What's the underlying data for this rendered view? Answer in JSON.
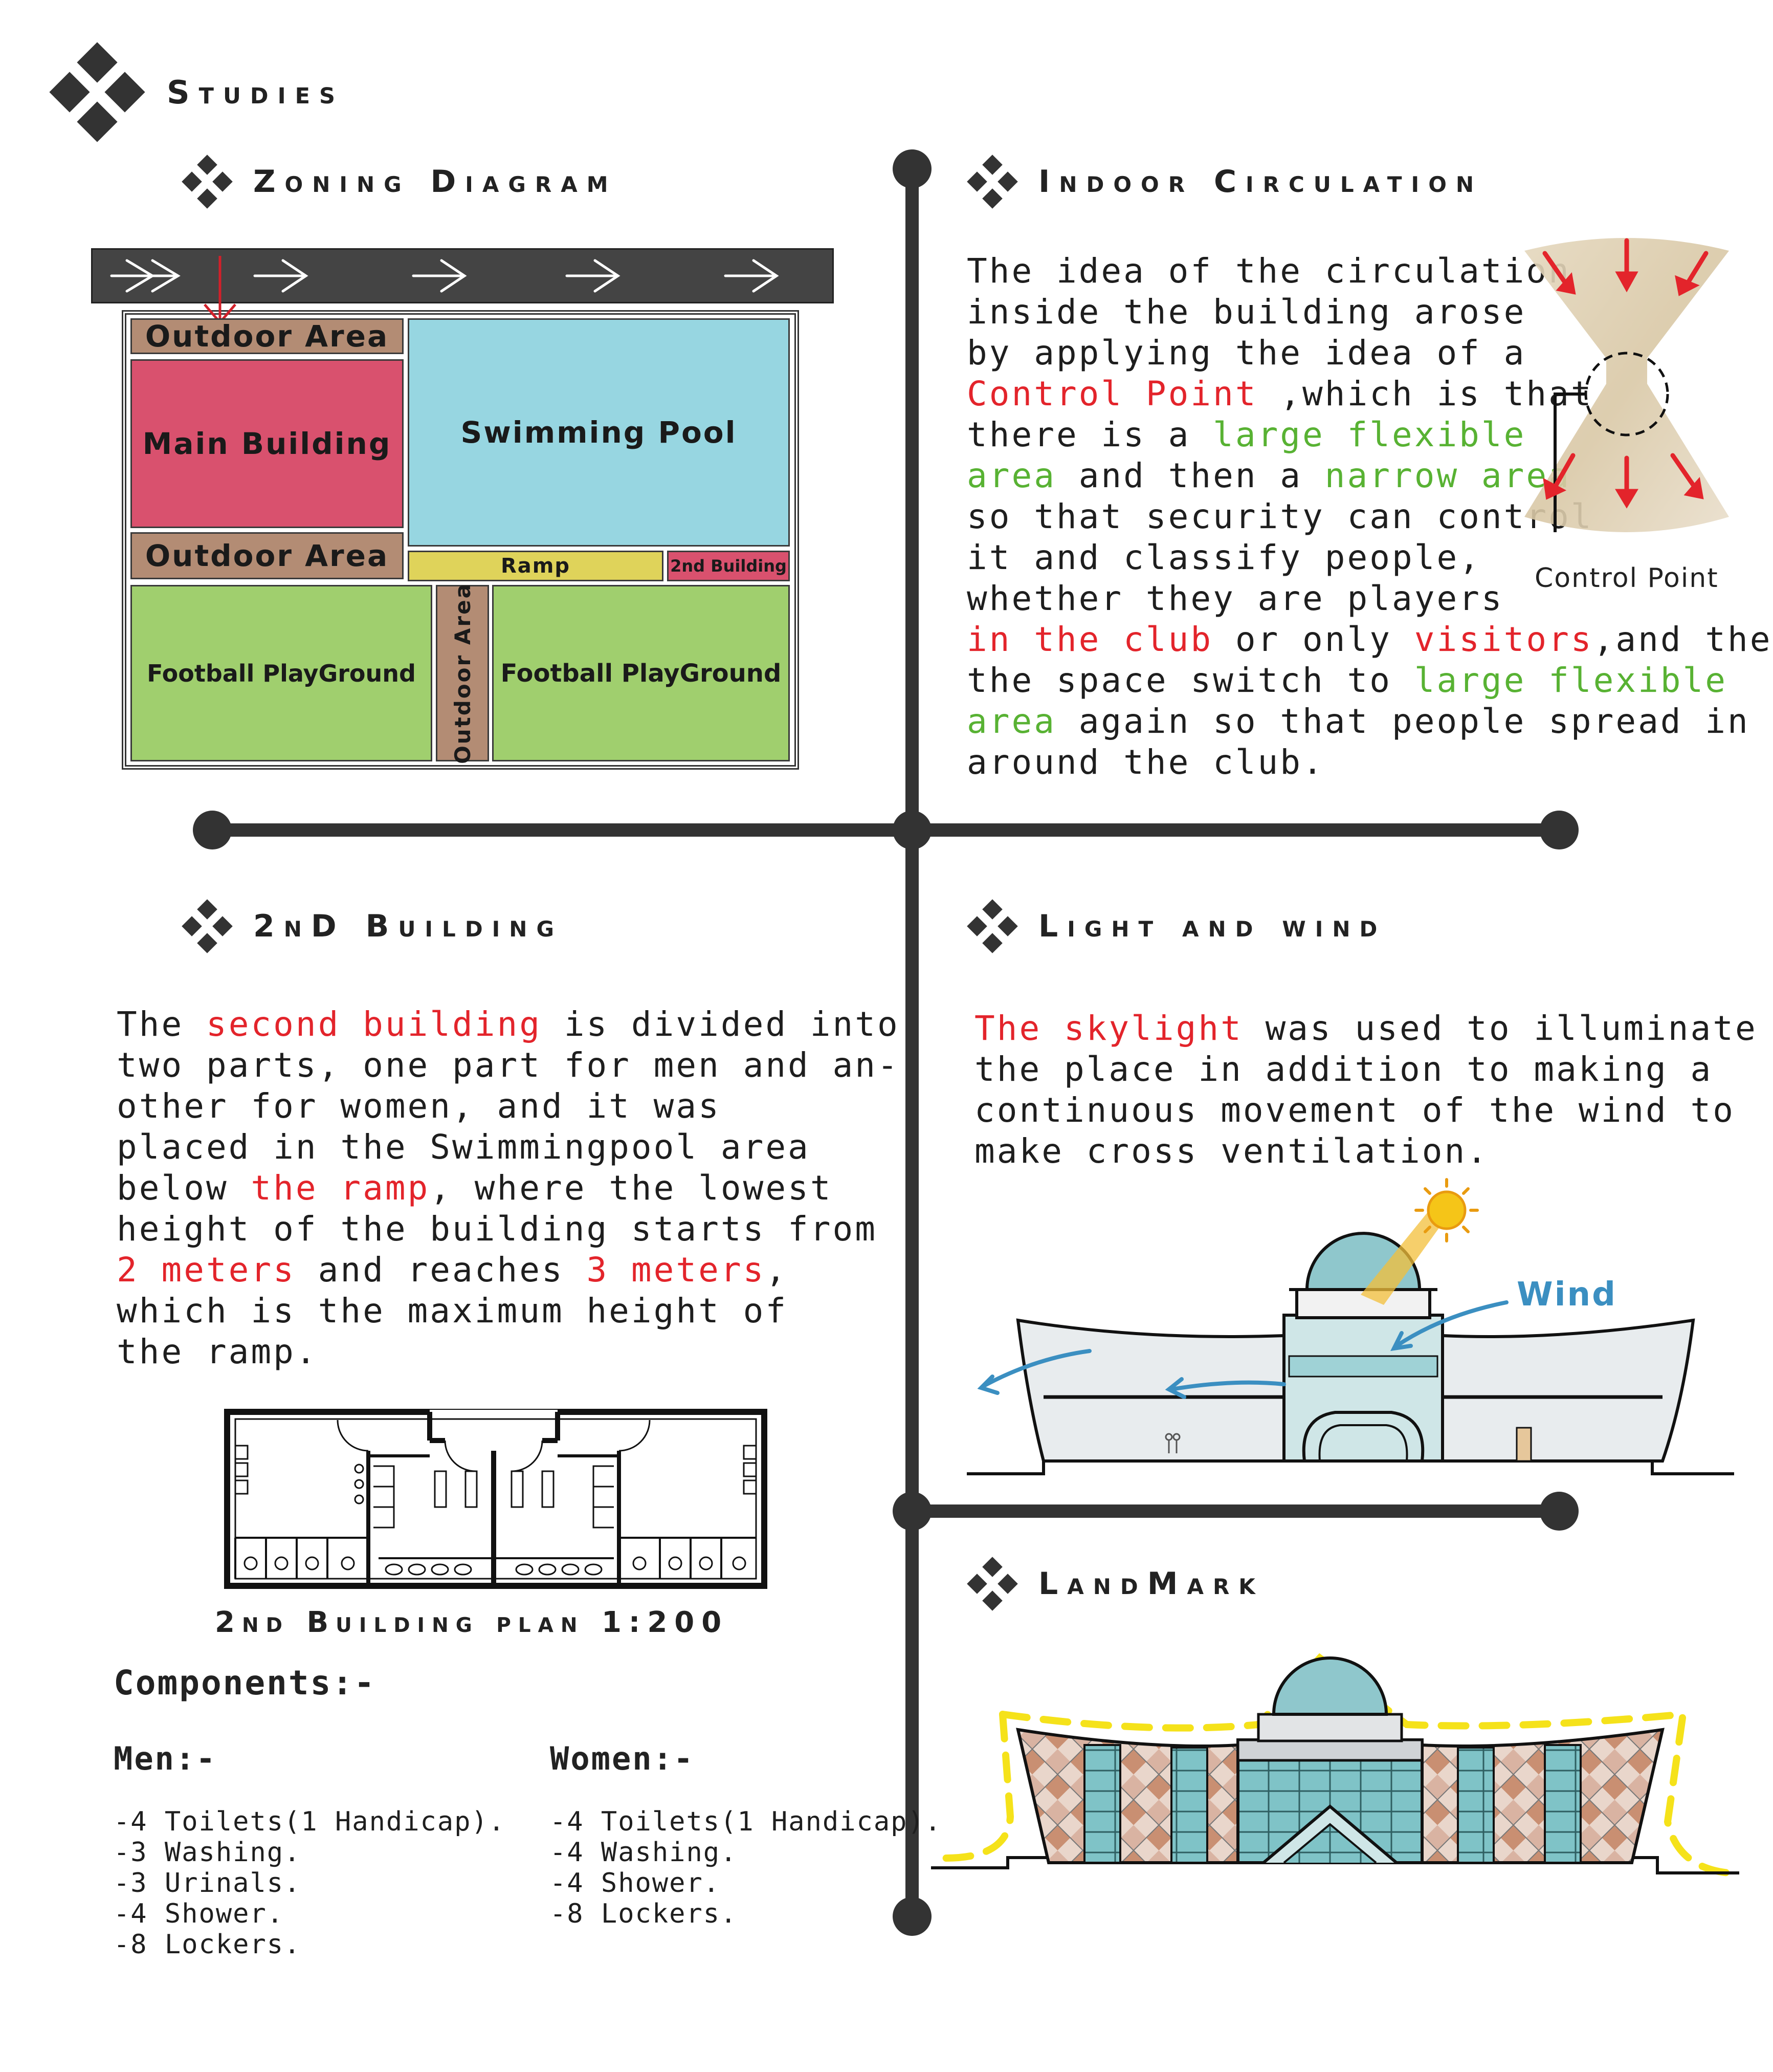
{
  "headings": {
    "studies": "Studies",
    "zoning": "Zoning Diagram",
    "indoor": "Indoor Circulation",
    "second_building": "2nD Building",
    "light_wind": "Light and wind",
    "landmark": "LandMark"
  },
  "zoning": {
    "outdoor_top": "Outdoor Area",
    "main_building": "Main Building",
    "swimming_pool": "Swimming Pool",
    "outdoor_mid": "Outdoor Area",
    "ramp": "Ramp",
    "second_building": "2nd Building",
    "football_left": "Football PlayGround",
    "outdoor_vertical": "Outdoor Area",
    "football_right": "Football PlayGround"
  },
  "indoor": {
    "lines": [
      [
        {
          "t": "The idea of the circulation",
          "c": ""
        }
      ],
      [
        {
          "t": "inside the building arose",
          "c": ""
        }
      ],
      [
        {
          "t": "by applying the idea of a",
          "c": ""
        }
      ],
      [
        {
          "t": "Control Point",
          "c": "red"
        },
        {
          "t": " ,which is that",
          "c": ""
        }
      ],
      [
        {
          "t": "there is a ",
          "c": ""
        },
        {
          "t": "large flexible",
          "c": "green"
        }
      ],
      [
        {
          "t": "area",
          "c": "green"
        },
        {
          "t": " and then a ",
          "c": ""
        },
        {
          "t": "narrow area",
          "c": "green"
        }
      ],
      [
        {
          "t": "so that security can control",
          "c": ""
        }
      ],
      [
        {
          "t": "it and classify people,",
          "c": ""
        }
      ],
      [
        {
          "t": "whether they are players",
          "c": ""
        }
      ],
      [
        {
          "t": "in the club",
          "c": "red"
        },
        {
          "t": " or only ",
          "c": ""
        },
        {
          "t": "visitors",
          "c": "red"
        },
        {
          "t": ",and then",
          "c": ""
        }
      ],
      [
        {
          "t": "the space switch to ",
          "c": ""
        },
        {
          "t": "large flexible",
          "c": "green"
        }
      ],
      [
        {
          "t": "area",
          "c": "green"
        },
        {
          "t": " again so that people spread in",
          "c": ""
        }
      ],
      [
        {
          "t": "around the club.",
          "c": ""
        }
      ]
    ],
    "control_point_label": "Control Point"
  },
  "second_building": {
    "lines": [
      [
        {
          "t": "The ",
          "c": ""
        },
        {
          "t": "second building",
          "c": "red"
        },
        {
          "t": " is divided into",
          "c": ""
        }
      ],
      [
        {
          "t": "two parts, one part for men and an-",
          "c": ""
        }
      ],
      [
        {
          "t": "other for women, and it was",
          "c": ""
        }
      ],
      [
        {
          "t": "placed in the Swimmingpool area",
          "c": ""
        }
      ],
      [
        {
          "t": "below ",
          "c": ""
        },
        {
          "t": "the ramp",
          "c": "red"
        },
        {
          "t": ", where the lowest",
          "c": ""
        }
      ],
      [
        {
          "t": "height of the building starts from",
          "c": ""
        }
      ],
      [
        {
          "t": "2 meters",
          "c": "red"
        },
        {
          "t": " and reaches ",
          "c": ""
        },
        {
          "t": "3 meters",
          "c": "red"
        },
        {
          "t": ",",
          "c": ""
        }
      ],
      [
        {
          "t": "which is the maximum height of",
          "c": ""
        }
      ],
      [
        {
          "t": "the ramp.",
          "c": ""
        }
      ]
    ],
    "plan_caption": "2nd Building plan 1:200",
    "components_title": "Components:-",
    "men_title": "Men:-",
    "women_title": "Women:-",
    "men_items": [
      "-4 Toilets(1 Handicap).",
      "-3 Washing.",
      "-3 Urinals.",
      "-4 Shower.",
      "-8 Lockers."
    ],
    "women_items": [
      "-4 Toilets(1 Handicap).",
      "-4 Washing.",
      "-4 Shower.",
      "-8 Lockers."
    ]
  },
  "light_wind": {
    "lines": [
      [
        {
          "t": "The skylight",
          "c": "red"
        },
        {
          "t": " was used to illuminate",
          "c": ""
        }
      ],
      [
        {
          "t": "the place in addition to making a",
          "c": ""
        }
      ],
      [
        {
          "t": "continuous movement of the wind to",
          "c": ""
        }
      ],
      [
        {
          "t": "make cross ventilation.",
          "c": ""
        }
      ]
    ],
    "wind_label": "Wind"
  },
  "colors": {
    "outdoor": "#b38c74",
    "main_building": "#d9516e",
    "swimming_pool": "#97d6e1",
    "ramp": "#dfd35a",
    "football": "#a0cf6e",
    "red_text": "#e3242b",
    "green_text": "#58b233",
    "wind_blue": "#3b8fc1",
    "axis": "#333333"
  }
}
